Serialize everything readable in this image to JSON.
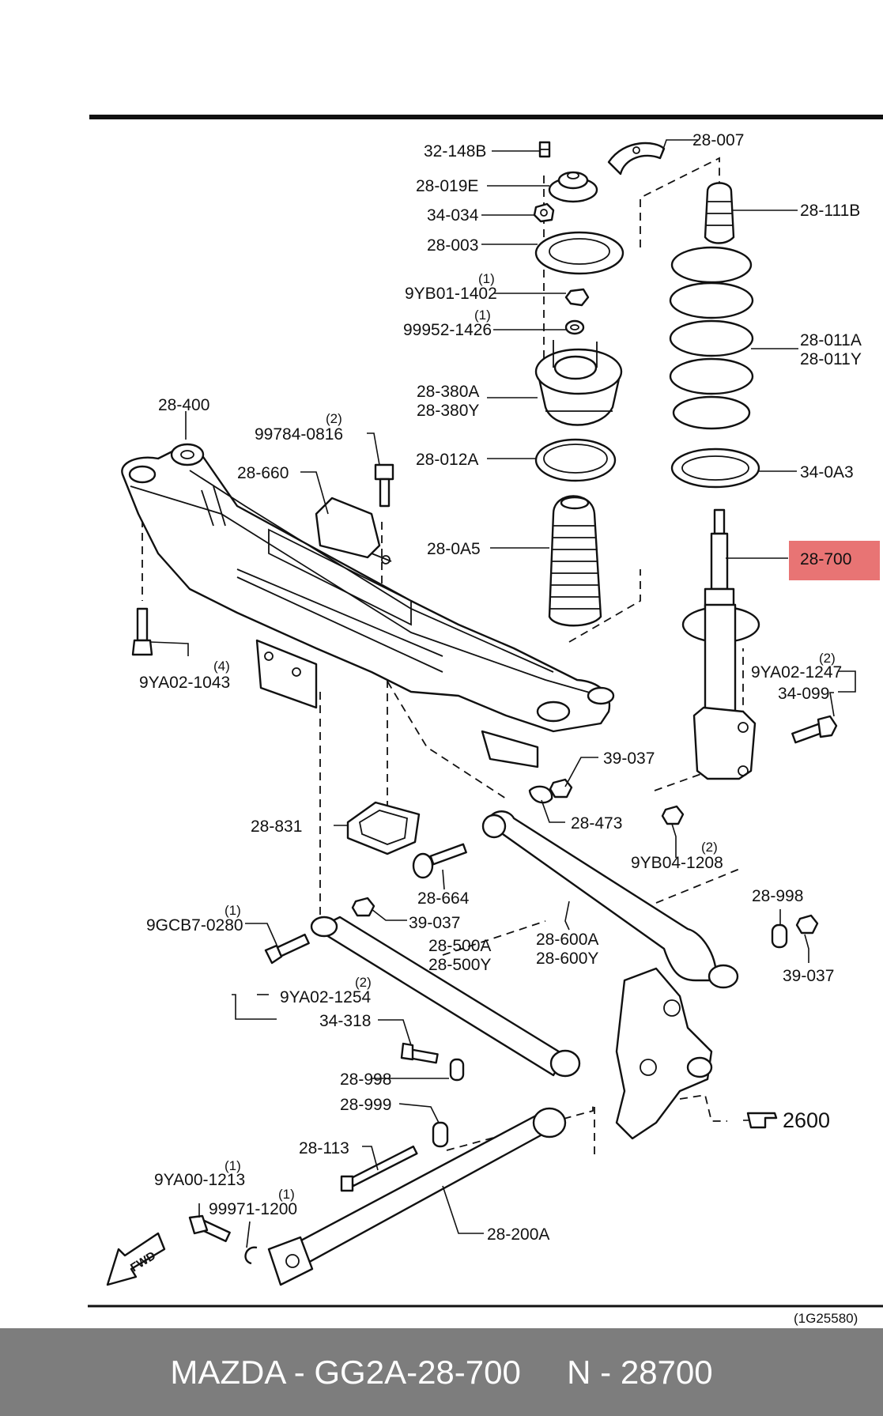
{
  "diagram_code": "(1G25580)",
  "footer": {
    "text": "MAZDA - GG2A-28-700     N - 28700"
  },
  "highlight_color": "#e87474",
  "highlighted_part": "28-700",
  "fwd_label": "FWD",
  "reference_label": "2600",
  "labels": {
    "p32_148B": "32-148B",
    "p28_007": "28-007",
    "p28_019E": "28-019E",
    "p34_034": "34-034",
    "p28_111B": "28-111B",
    "p28_003": "28-003",
    "p9YB01_1402": "9YB01-1402",
    "p99952_1426": "99952-1426",
    "p28_011A": "28-011A",
    "p28_011Y": "28-011Y",
    "p28_380A": "28-380A",
    "p28_380Y": "28-380Y",
    "p28_400": "28-400",
    "p99784_0816": "99784-0816",
    "p28_660": "28-660",
    "p28_012A": "28-012A",
    "p34_0A3": "34-0A3",
    "p28_0A5": "28-0A5",
    "p28_700": "28-700",
    "p9YA02_1043": "9YA02-1043",
    "p9YA02_1247": "9YA02-1247",
    "p34_099": "34-099",
    "p39_037_a": "39-037",
    "p28_473": "28-473",
    "p28_831": "28-831",
    "p9YB04_1208": "9YB04-1208",
    "p28_664": "28-664",
    "p28_998_a": "28-998",
    "p9GCB7_0280": "9GCB7-0280",
    "p39_037_b": "39-037",
    "p28_500A": "28-500A",
    "p28_500Y": "28-500Y",
    "p28_600A": "28-600A",
    "p28_600Y": "28-600Y",
    "p39_037_c": "39-037",
    "p9YA02_1254": "9YA02-1254",
    "p34_318": "34-318",
    "p28_998_b": "28-998",
    "p28_999": "28-999",
    "p28_113": "28-113",
    "p9YA00_1213": "9YA00-1213",
    "p99971_1200": "99971-1200",
    "p28_200A": "28-200A"
  },
  "quantities": {
    "q9YB01_1402": "(1)",
    "q99952_1426": "(1)",
    "q99784_0816": "(2)",
    "q9YA02_1043": "(4)",
    "q9YA02_1247": "(2)",
    "q9YB04_1208": "(2)",
    "q9GCB7_0280": "(1)",
    "q9YA02_1254": "(2)",
    "q9YA00_1213": "(1)",
    "q99971_1200": "(1)"
  }
}
